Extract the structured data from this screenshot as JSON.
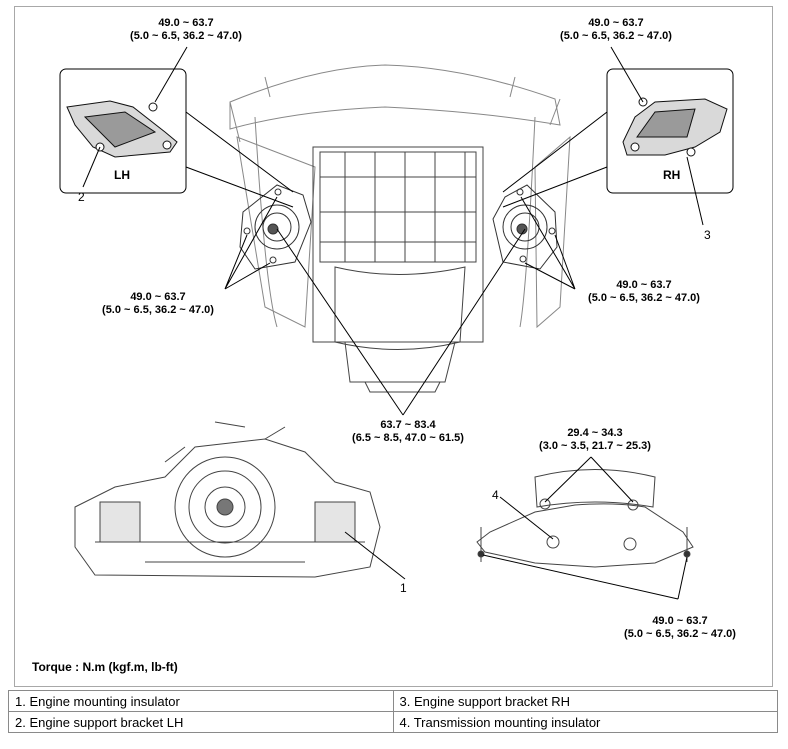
{
  "callouts": {
    "top_left": {
      "line1": "49.0 ~ 63.7",
      "line2": "(5.0 ~ 6.5, 36.2 ~ 47.0)"
    },
    "top_right": {
      "line1": "49.0 ~ 63.7",
      "line2": "(5.0 ~ 6.5, 36.2 ~ 47.0)"
    },
    "mid_left": {
      "line1": "49.0 ~ 63.7",
      "line2": "(5.0 ~ 6.5, 36.2 ~ 47.0)"
    },
    "mid_right": {
      "line1": "49.0 ~ 63.7",
      "line2": "(5.0 ~ 6.5, 36.2 ~ 47.0)"
    },
    "center": {
      "line1": "63.7 ~ 83.4",
      "line2": "(6.5 ~ 8.5, 47.0 ~ 61.5)"
    },
    "trans_top": {
      "line1": "29.4 ~ 34.3",
      "line2": "(3.0 ~ 3.5, 21.7 ~ 25.3)"
    },
    "trans_bottom": {
      "line1": "49.0 ~ 63.7",
      "line2": "(5.0 ~ 6.5, 36.2 ~ 47.0)"
    }
  },
  "insets": {
    "left_label": "LH",
    "right_label": "RH"
  },
  "numbers": {
    "n1": "1",
    "n2": "2",
    "n3": "3",
    "n4": "4"
  },
  "torque_note": "Torque : N.m (kgf.m, lb-ft)",
  "legend": {
    "item1": "1. Engine mounting insulator",
    "item2": "2. Engine support bracket LH",
    "item3": "3. Engine support bracket RH",
    "item4": "4. Transmission mounting insulator"
  }
}
